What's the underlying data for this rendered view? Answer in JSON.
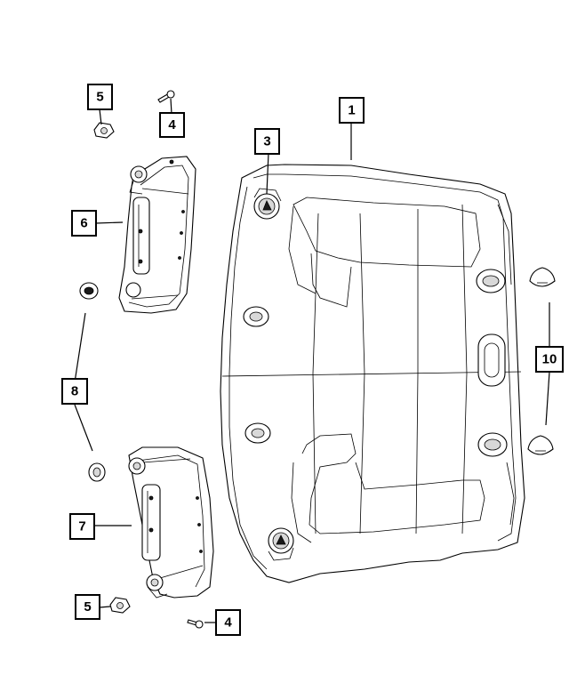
{
  "callouts": {
    "c1": "1",
    "c3": "3",
    "c4_top": "4",
    "c4_bottom": "4",
    "c5_top": "5",
    "c5_bottom": "5",
    "c6": "6",
    "c7": "7",
    "c8": "8",
    "c10": "10"
  },
  "colors": {
    "line": "#000000",
    "background": "#ffffff"
  }
}
